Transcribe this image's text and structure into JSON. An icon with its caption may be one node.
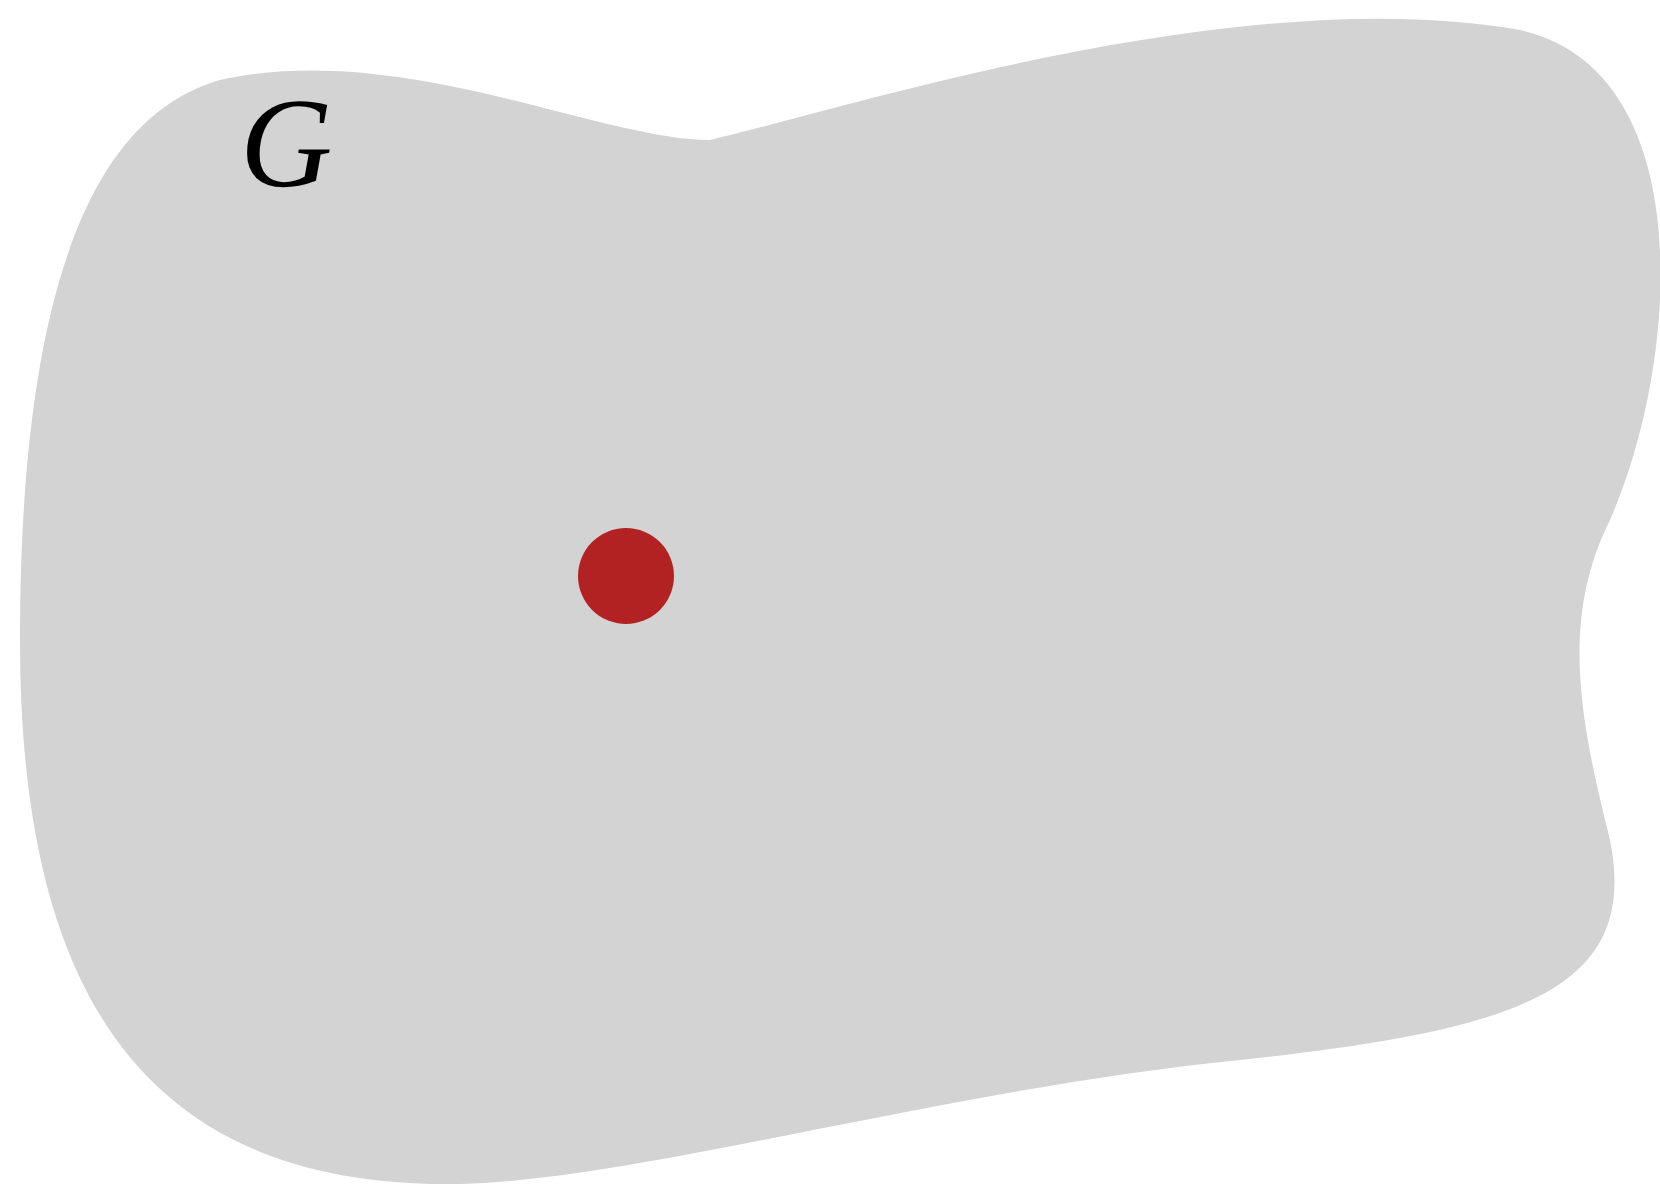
{
  "diagram": {
    "nodes": [
      {
        "text": [
          "G"
        ]
      },
      {
        "text": [],
        "shape": "circle",
        "in": 0
      }
    ]
  }
}
